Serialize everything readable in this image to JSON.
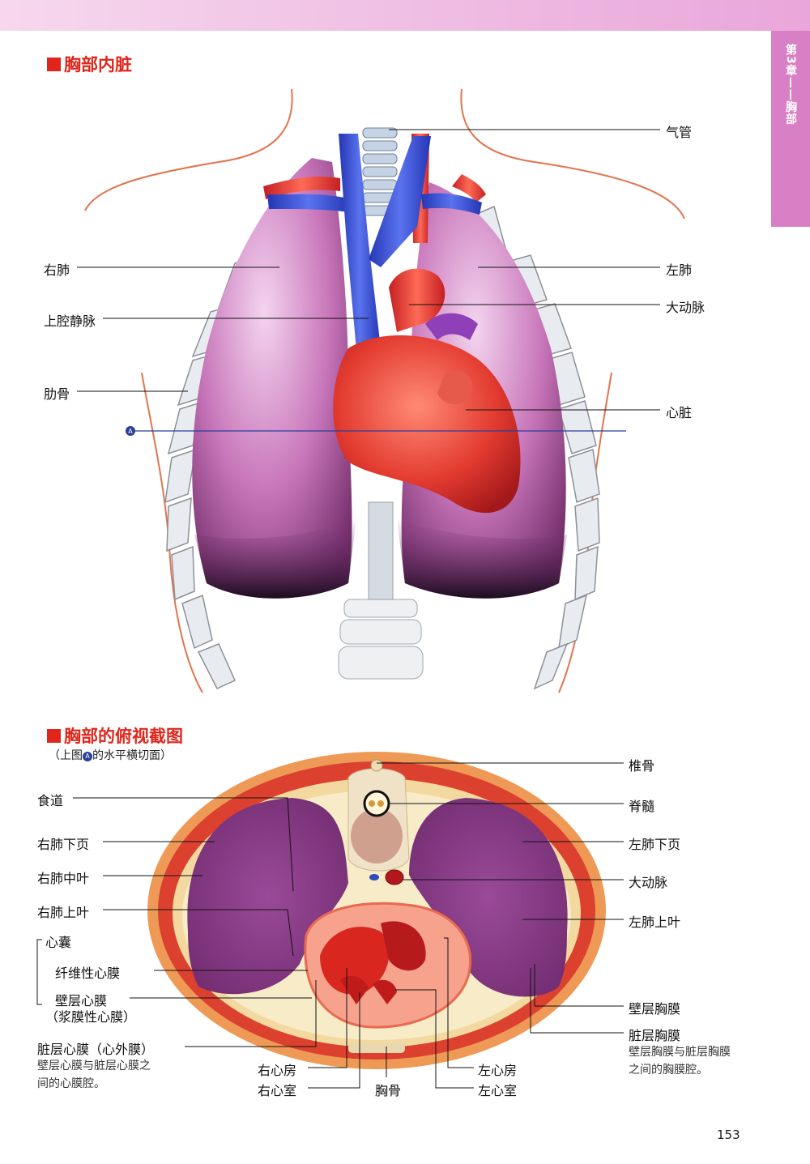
{
  "header": {
    "chapter_tab": "第3章——胸部"
  },
  "section1": {
    "title": "胸部内脏",
    "marker": "A",
    "labels": {
      "trachea": "气管",
      "right_lung": "右肺",
      "left_lung": "左肺",
      "svc": "上腔静脉",
      "aorta": "大动脉",
      "ribs": "肋骨",
      "heart": "心脏"
    }
  },
  "section2": {
    "title": "胸部的俯视截图",
    "subtitle_prefix": "（上图",
    "subtitle_suffix": "的水平横切面）",
    "labels": {
      "vertebra": "椎骨",
      "spinal_cord": "脊髓",
      "esophagus": "食道",
      "r_lower": "右肺下页",
      "l_lower": "左肺下页",
      "r_middle": "右肺中叶",
      "aorta": "大动脉",
      "r_upper": "右肺上叶",
      "l_upper": "左肺上叶",
      "pericardium": "心囊",
      "fibrous": "纤维性心膜",
      "parietal_peri": "壁层心膜",
      "serous": "（浆膜性心膜）",
      "visceral_peri": "脏层心膜（心外膜）",
      "parietal_pleura": "壁层胸膜",
      "visceral_pleura": "脏层胸膜",
      "r_atrium": "右心房",
      "r_ventricle": "右心室",
      "sternum": "胸骨",
      "l_atrium": "左心房",
      "l_ventricle": "左心室"
    },
    "notes": {
      "pericardial_cavity": [
        "壁层心膜与脏层心膜之",
        "间的心膜腔。"
      ],
      "pleural_cavity": [
        "壁层胸膜与脏层胸膜",
        "之间的胸膜腔。"
      ]
    }
  },
  "page_number": "153",
  "colors": {
    "accent": "#e0261b",
    "tab": "#d87fc6",
    "lung": "#b7589f",
    "heart": "#e2463b",
    "vein": "#3a4fc9"
  }
}
